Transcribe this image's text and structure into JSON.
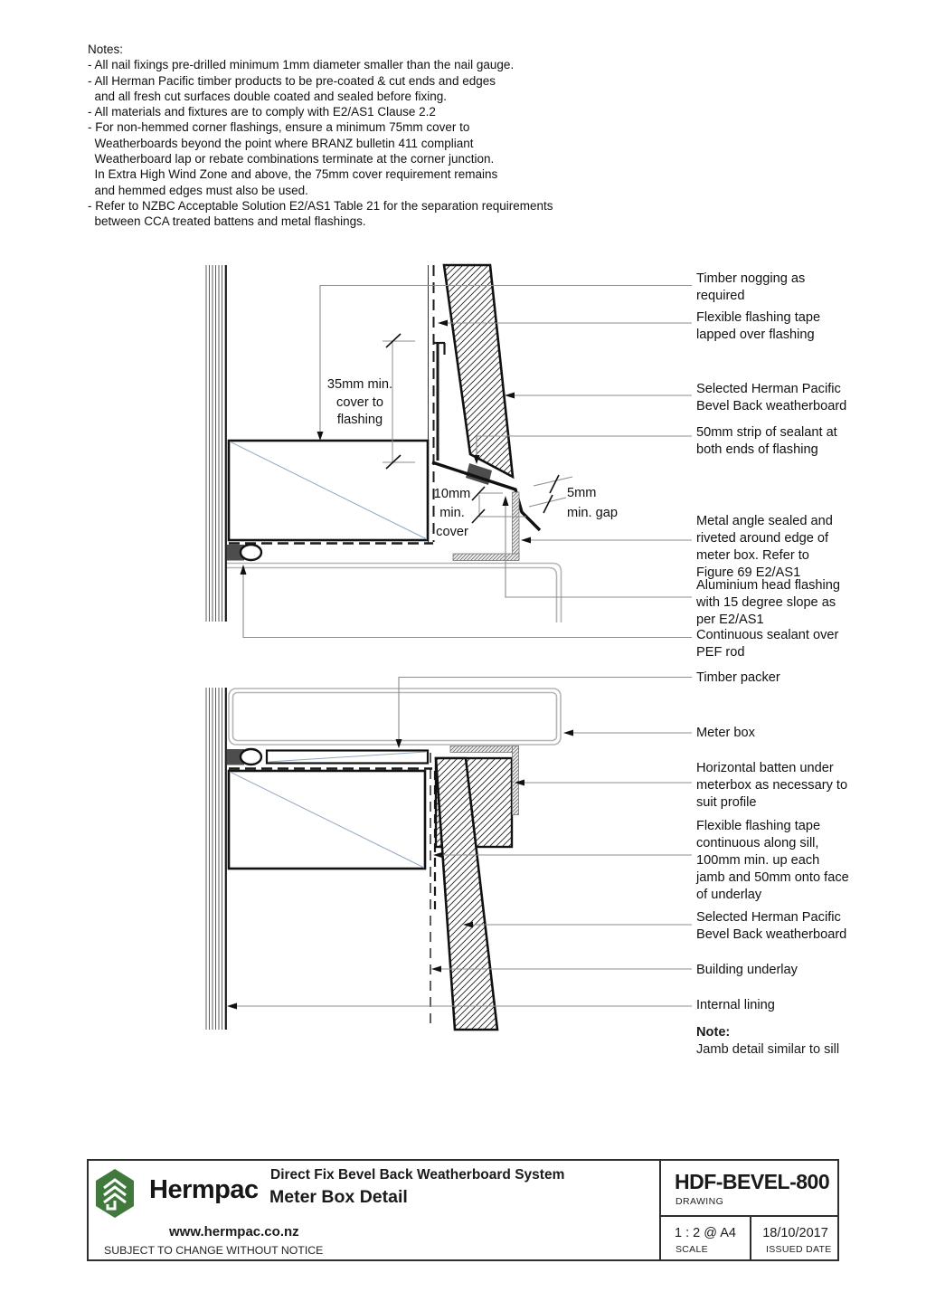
{
  "notes": {
    "text": "Notes:\n- All nail fixings pre-drilled minimum 1mm diameter smaller than the nail gauge.\n- All Herman Pacific timber products to be pre-coated & cut ends and edges\n  and all fresh cut surfaces double coated and sealed before fixing.\n- All materials and fixtures are to comply with E2/AS1 Clause 2.2\n- For non-hemmed corner flashings, ensure a minimum 75mm cover to\n  Weatherboards beyond the point where BRANZ bulletin 411 compliant\n  Weatherboard lap or rebate combinations terminate at the corner junction.\n  In Extra High Wind Zone and above, the 75mm cover requirement remains\n  and hemmed edges must also be used.\n- Refer to NZBC Acceptable Solution E2/AS1 Table 21 for the separation requirements\n  between CCA treated battens and metal flashings."
  },
  "drawing": {
    "dimensions": {
      "cover35": "35mm min.\ncover to\nflashing",
      "cover10": "10mm\nmin.\ncover",
      "gap5": "5mm\nmin. gap"
    },
    "callouts": [
      {
        "text": "Timber nogging as\nrequired"
      },
      {
        "text": "Flexible flashing tape\nlapped over flashing"
      },
      {
        "text": "Selected Herman Pacific\nBevel Back weatherboard"
      },
      {
        "text": "50mm strip of sealant at\nboth ends of flashing"
      },
      {
        "text": "Metal angle sealed and\nriveted around edge of\nmeter box. Refer to\nFigure 69 E2/AS1"
      },
      {
        "text": "Aluminium head flashing\nwith 15 degree slope as\nper E2/AS1"
      },
      {
        "text": "Continuous sealant over\nPEF rod"
      },
      {
        "text": "Timber packer"
      },
      {
        "text": "Meter box"
      },
      {
        "text": "Horizontal batten under\nmeterbox as necessary to\nsuit profile"
      },
      {
        "text": "Flexible flashing tape\ncontinuous along sill,\n100mm min. up each\njamb and 50mm onto face\nof underlay"
      },
      {
        "text": "Selected Herman Pacific\nBevel Back weatherboard"
      },
      {
        "text": "Building underlay"
      },
      {
        "text": "Internal lining"
      }
    ],
    "note": {
      "title": "Note:",
      "body": "Jamb detail similar to sill"
    }
  },
  "footer": {
    "brand": "Hermpac",
    "website": "www.hermpac.co.nz",
    "disclaimer": "SUBJECT TO CHANGE WITHOUT NOTICE",
    "system_title": "Direct Fix Bevel Back Weatherboard System",
    "drawing_title": "Meter Box Detail",
    "drawing_number": "HDF-BEVEL-800",
    "drawing_number_label": "DRAWING",
    "scale_value": "1 : 2 @ A4",
    "scale_label": "SCALE",
    "date_value": "18/10/2017",
    "date_label": "ISSUED DATE",
    "logo_icon": "hermpac-tree-hexagon",
    "brand_green": "#41793c"
  },
  "colors": {
    "line_black": "#1a1a1a",
    "leader_gray": "#8c8c8c",
    "meter_box_gray": "#b5b5b5",
    "timber_blue": "#8fa8c4",
    "sealant_dark": "#4d4d4d"
  }
}
